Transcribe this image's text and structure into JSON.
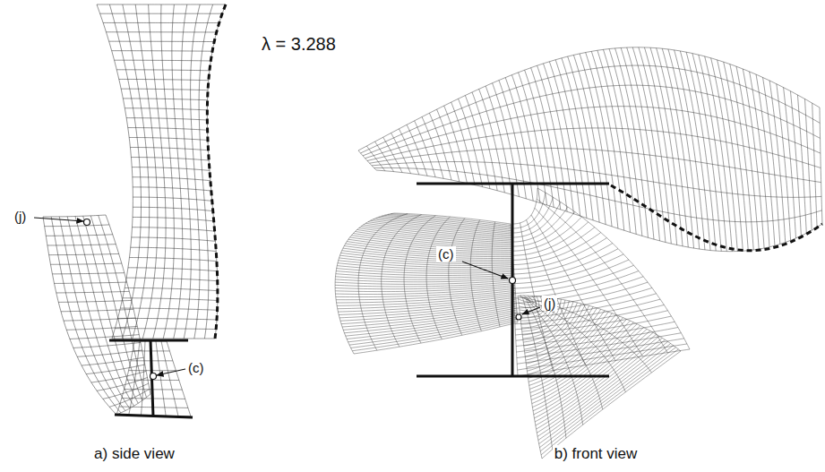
{
  "diagram": {
    "labels": [
      "λ = 3.288",
      "(j)",
      "(c)",
      "(c)",
      "(j)",
      "a) side view",
      "b) front view"
    ]
  }
}
